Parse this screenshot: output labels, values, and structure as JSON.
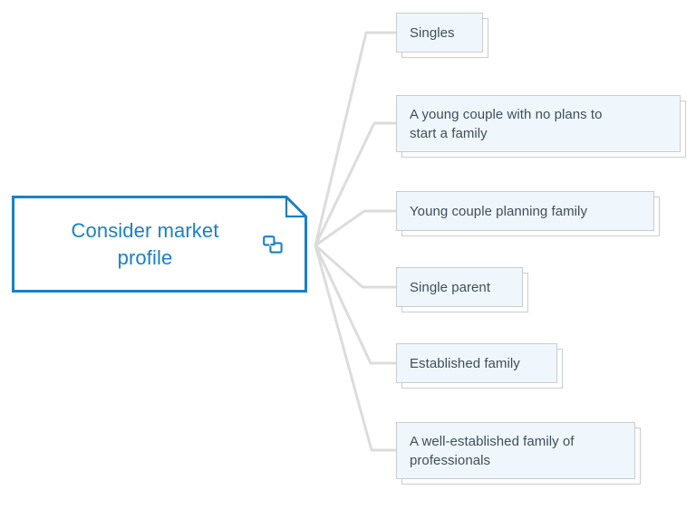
{
  "diagram": {
    "type": "mind-map",
    "title": "Consider market profile",
    "background_color": "#ffffff",
    "root": {
      "label": "Consider market\nprofile",
      "text_color": "#1a80c4",
      "border_color": "#1a80c4",
      "fill_color": "#ffffff",
      "icon": "copy-icon",
      "icon_color": "#1a80c4",
      "shape": "folded-corner-rectangle"
    },
    "connector": {
      "color": "#dcdcdc",
      "width": 3,
      "style": "elbow"
    },
    "child_style": {
      "fill_color": "#f0f7fc",
      "border_color": "#c9ccce",
      "text_color": "#3d4f5c",
      "stack_fill_color": "#ffffff",
      "stack_border_color": "#c9ccce"
    },
    "children": [
      {
        "label": "Singles"
      },
      {
        "label": "A young couple with no plans to\nstart a family"
      },
      {
        "label": "Young couple planning family"
      },
      {
        "label": "Single parent"
      },
      {
        "label": "Established family"
      },
      {
        "label": "A well-established family of\nprofessionals"
      }
    ]
  }
}
